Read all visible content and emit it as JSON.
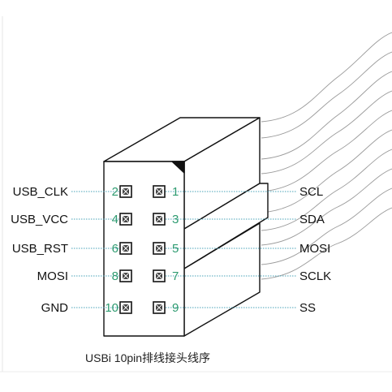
{
  "caption": "USBi 10pin排线接头线序",
  "left_labels": [
    "USB_CLK",
    "USB_VCC",
    "USB_RST",
    "MOSI",
    "GND"
  ],
  "right_labels": [
    "SCL",
    "SDA",
    "MOSI",
    "SCLK",
    "SS"
  ],
  "left_pin_numbers": [
    "2",
    "4",
    "6",
    "8",
    "10"
  ],
  "right_pin_numbers": [
    "1",
    "3",
    "5",
    "7",
    "9"
  ],
  "colors": {
    "leader_line": "#4aa3b8",
    "pin_number": "#2e9b70",
    "outline": "#111111",
    "wire": "#9a9a9a",
    "page_divider": "#e6e6e6"
  }
}
